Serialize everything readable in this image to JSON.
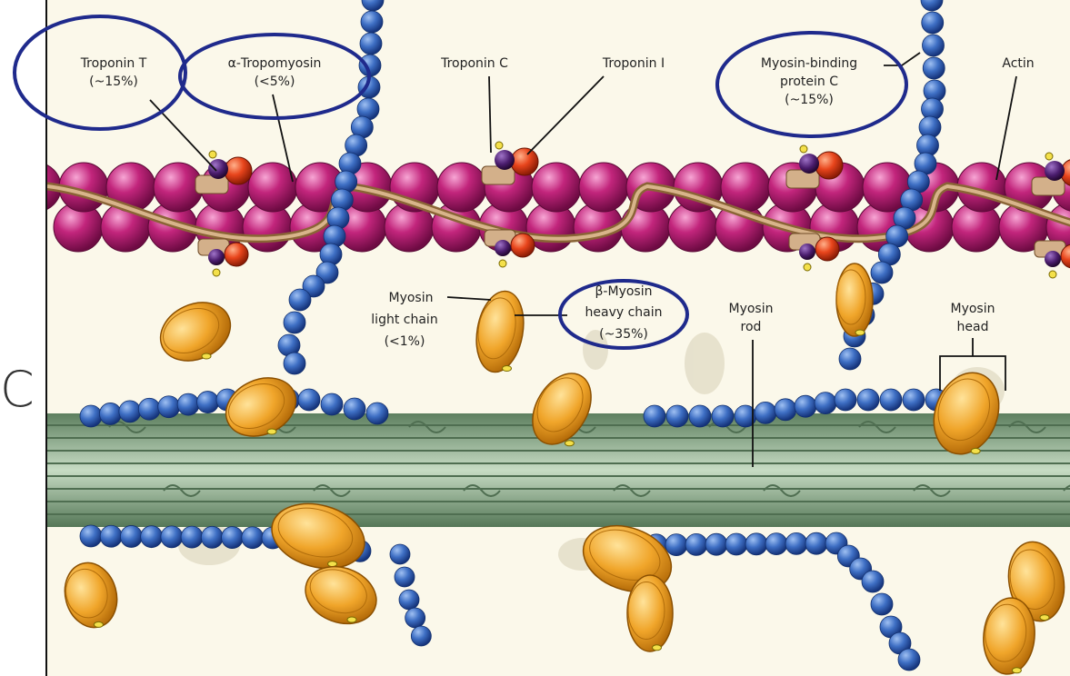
{
  "edge_letter": "C",
  "labels": {
    "troponin_t": {
      "line1": "Troponin T",
      "line2": "(~15%)"
    },
    "tropomyosin": {
      "line1": "α-Tropomyosin",
      "line2": "(<5%)"
    },
    "troponin_c": {
      "line1": "Troponin C"
    },
    "troponin_i": {
      "line1": "Troponin I"
    },
    "mybpc": {
      "line1": "Myosin-binding",
      "line2": "protein C",
      "line3": "(~15%)"
    },
    "actin": {
      "line1": "Actin"
    },
    "light_chain": {
      "line1": "Myosin",
      "line2": "light chain",
      "line3": "(<1%)"
    },
    "heavy_chain": {
      "line1": "β-Myosin",
      "line2": "heavy chain",
      "line3": "(~35%)"
    },
    "rod": {
      "line1": "Myosin",
      "line2": "rod"
    },
    "head": {
      "line1": "Myosin",
      "line2": "head"
    }
  },
  "colors": {
    "background": "#fbf8ea",
    "actin": "#c2257c",
    "actin_highlight": "#f07dbf",
    "troponin": "#e8451c",
    "tropomyosin": "#b48c5a",
    "titin_bead": "#3e6fc4",
    "myosin_head": "#f0a52a",
    "thick_filament": "#8fae8f",
    "highlight_oval": "#1f2a8c"
  }
}
